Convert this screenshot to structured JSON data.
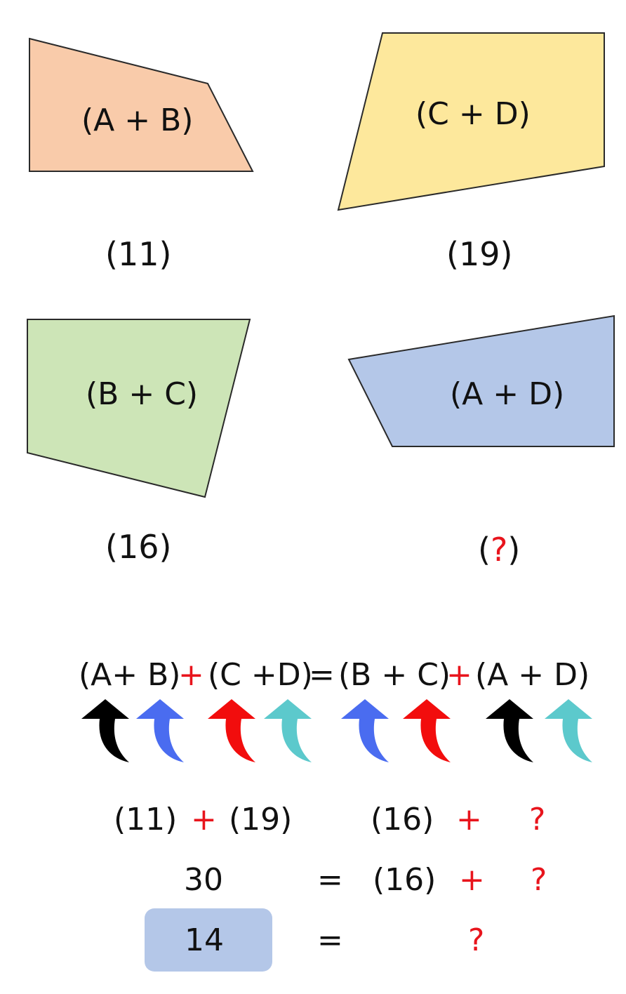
{
  "colors": {
    "shape_ab": "#f9cbaa",
    "shape_cd": "#fde89c",
    "shape_bc": "#cde5b7",
    "shape_ad": "#b4c7e8",
    "accent_red": "#e8141c",
    "arrow_black": "#000000",
    "arrow_blue": "#4a6cf0",
    "arrow_red": "#f20d0d",
    "arrow_teal": "#5cc9cc",
    "answer_box": "#b4c7e8"
  },
  "shapes": {
    "ab": {
      "label": "(A + B)",
      "value": "(11)"
    },
    "cd": {
      "label": "(C + D)",
      "value": "(19)"
    },
    "bc": {
      "label": "(B + C)",
      "value": "(16)"
    },
    "ad": {
      "label": "(A + D)",
      "value_open": "(",
      "value_mark": "?",
      "value_close": ")"
    }
  },
  "equation": {
    "t1": "(A+ B)",
    "op1": "+",
    "t2": "(C +D)",
    "eq": "=",
    "t3": "(B + C)",
    "op2": "+",
    "t4": "(A + D)"
  },
  "arrows": [
    "black",
    "blue",
    "red",
    "teal",
    "blue",
    "red",
    "black",
    "teal"
  ],
  "calc": {
    "row1": {
      "a": "(11)",
      "plus1": "+",
      "b": "(19)",
      "c": "(16)",
      "plus2": "+",
      "q": "?"
    },
    "row2": {
      "sum": "30",
      "eq": "=",
      "c": "(16)",
      "plus": "+",
      "q": "?"
    },
    "row3": {
      "answer": "14",
      "eq": "=",
      "q": "?"
    }
  }
}
